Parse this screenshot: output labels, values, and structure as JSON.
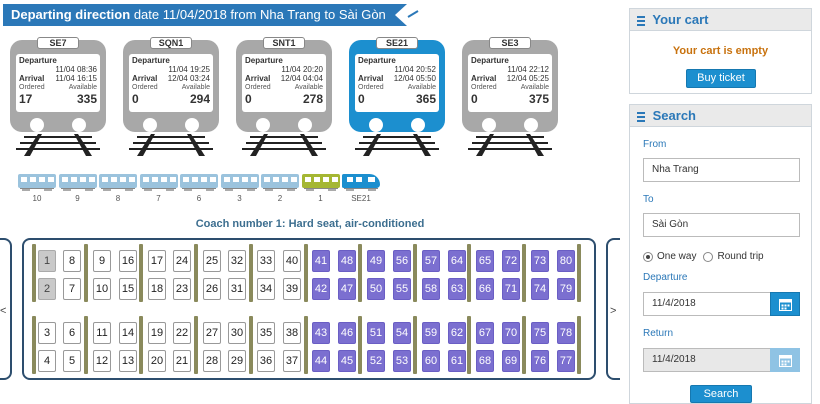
{
  "header": {
    "title": "Departing direction",
    "subtitle": "date 11/04/2018 from Nha Trang to Sài Gòn"
  },
  "colors": {
    "primary": "#2b78b8",
    "selected_train": "#1c8fcf",
    "train_gray": "#a8a8a8",
    "taken_seat": "#7b6fd0",
    "sold_seat": "#c9c9c9",
    "active_coach": "#a5b733",
    "cart_empty": "#c8720e"
  },
  "trains": [
    {
      "code": "SE7",
      "dep_label": "Departure",
      "dep_time": "11/04 08:36",
      "arr_label": "Arrival",
      "arr_time": "11/04 16:15",
      "ordered_label": "Ordered",
      "available_label": "Available",
      "ordered": "17",
      "available": "335",
      "selected": false
    },
    {
      "code": "SQN1",
      "dep_label": "Departure",
      "dep_time": "11/04 19:25",
      "arr_label": "Arrival",
      "arr_time": "12/04 03:24",
      "ordered_label": "Ordered",
      "available_label": "Available",
      "ordered": "0",
      "available": "294",
      "selected": false
    },
    {
      "code": "SNT1",
      "dep_label": "Departure",
      "dep_time": "11/04 20:20",
      "arr_label": "Arrival",
      "arr_time": "12/04 04:04",
      "ordered_label": "Ordered",
      "available_label": "Available",
      "ordered": "0",
      "available": "278",
      "selected": false
    },
    {
      "code": "SE21",
      "dep_label": "Departure",
      "dep_time": "11/04 20:52",
      "arr_label": "Arrival",
      "arr_time": "12/04 05:50",
      "ordered_label": "Ordered",
      "available_label": "Available",
      "ordered": "0",
      "available": "365",
      "selected": true
    },
    {
      "code": "SE3",
      "dep_label": "Departure",
      "dep_time": "11/04 22:12",
      "arr_label": "Arrival",
      "arr_time": "12/04 05:25",
      "ordered_label": "Ordered",
      "available_label": "Available",
      "ordered": "0",
      "available": "375",
      "selected": false
    }
  ],
  "coaches": [
    {
      "label": "10",
      "type": "coach"
    },
    {
      "label": "9",
      "type": "coach"
    },
    {
      "label": "8",
      "type": "coach"
    },
    {
      "label": "7",
      "type": "coach"
    },
    {
      "label": "6",
      "type": "coach"
    },
    {
      "label": "3",
      "type": "coach"
    },
    {
      "label": "2",
      "type": "coach"
    },
    {
      "label": "1",
      "type": "active"
    },
    {
      "label": "SE21",
      "type": "loco"
    }
  ],
  "coach_title": "Coach number 1: Hard seat, air-conditioned",
  "nav": {
    "prev": "<",
    "next": ">"
  },
  "seats": {
    "block1": {
      "row_top": [
        "1",
        "8",
        "9",
        "16",
        "17",
        "24",
        "25",
        "32",
        "33",
        "40",
        "41",
        "48",
        "49",
        "56",
        "57",
        "64",
        "65",
        "72",
        "73",
        "80"
      ],
      "row_second": [
        "2",
        "7",
        "10",
        "15",
        "18",
        "23",
        "26",
        "31",
        "34",
        "39",
        "42",
        "47",
        "50",
        "55",
        "58",
        "63",
        "66",
        "71",
        "74",
        "79"
      ]
    },
    "block2": {
      "row_third": [
        "3",
        "6",
        "11",
        "14",
        "19",
        "22",
        "27",
        "30",
        "35",
        "38",
        "43",
        "46",
        "51",
        "54",
        "59",
        "62",
        "67",
        "70",
        "75",
        "78"
      ],
      "row_bottom": [
        "4",
        "5",
        "12",
        "13",
        "20",
        "21",
        "28",
        "29",
        "36",
        "37",
        "44",
        "45",
        "52",
        "53",
        "60",
        "61",
        "68",
        "69",
        "76",
        "77"
      ]
    },
    "sold": [
      "1",
      "2"
    ],
    "taken_from_column": 10
  },
  "cart": {
    "title": "Your cart",
    "empty_text": "Your cart is empty",
    "buy_label": "Buy ticket"
  },
  "search": {
    "title": "Search",
    "from_label": "From",
    "from_value": "Nha Trang",
    "to_label": "To",
    "to_value": "Sài Gòn",
    "one_way_label": "One way",
    "round_trip_label": "Round trip",
    "trip_type": "one_way",
    "departure_label": "Departure",
    "departure_value": "11/4/2018",
    "return_label": "Return",
    "return_value": "11/4/2018",
    "search_label": "Search"
  }
}
